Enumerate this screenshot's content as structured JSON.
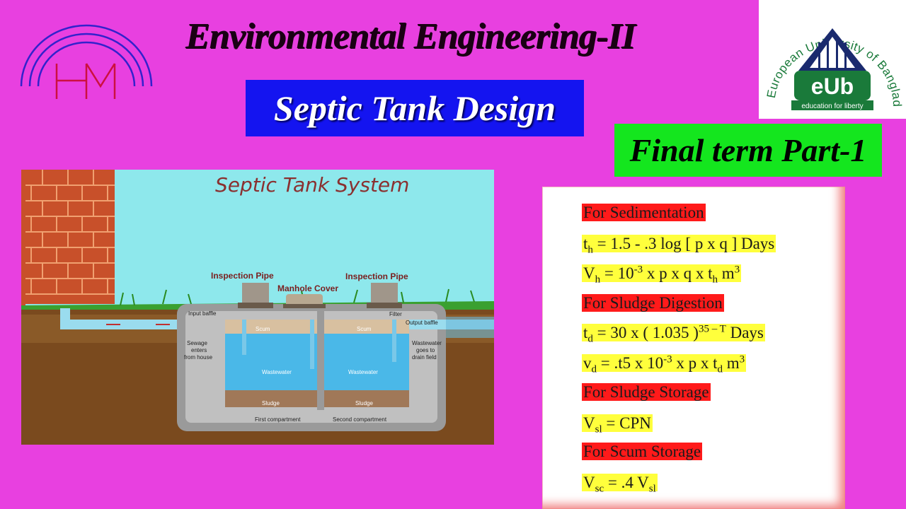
{
  "hm_logo": {
    "letters": "HM",
    "colors": {
      "arcs": "#3322cc",
      "letters": "#cc1040"
    }
  },
  "title": "Environmental Engineering-II",
  "subtitle": "Septic Tank Design",
  "final_term": "Final term Part-1",
  "university_logo": {
    "arc_text": "European University of Bangladesh",
    "short": "eUb",
    "tagline": "education for liberty",
    "colors": {
      "green": "#1a7a3a",
      "navy": "#1a2a6e"
    }
  },
  "diagram": {
    "title": "Septic Tank System",
    "labels": {
      "inspection_pipe_left": "Inspection Pipe",
      "inspection_pipe_right": "Inspection Pipe",
      "manhole_cover": "Manhole Cover",
      "input_baffle": "Input baffle",
      "filter": "Filter",
      "output_baffle": "Output baffle",
      "scum_left": "Scum",
      "scum_right": "Scum",
      "sewage_line1": "Sewage",
      "sewage_line2": "enters",
      "sewage_line3": "from house",
      "wastewater_out_line1": "Wastewater",
      "wastewater_out_line2": "goes to",
      "wastewater_out_line3": "drain field",
      "wastewater_left": "Wastewater",
      "wastewater_right": "Wastewater",
      "sludge_left": "Sludge",
      "sludge_right": "Sludge",
      "first_compartment": "First compartment",
      "second_compartment": "Second compartment"
    }
  },
  "formulas": {
    "sedimentation_head": "For Sedimentation",
    "th_lhs": "t",
    "th_sub": "h",
    "th_rhs": " = 1.5 - .3 log [ p x q ] Days",
    "vh_lhs": "V",
    "vh_sub": "h",
    "vh_mid1": " = 10",
    "vh_exp": "-3",
    "vh_mid2": " x p x q x t",
    "vh_sub2": "h",
    "vh_unit": "  m",
    "vh_unit_exp": "3",
    "digestion_head": "For Sludge Digestion",
    "td_lhs": "t",
    "td_sub": "d",
    "td_mid": " = 30 x ( 1.035 )",
    "td_exp": "35 – T",
    "td_unit": " Days",
    "vd_lhs": "v",
    "vd_sub": "d",
    "vd_mid1": " = .t5 x 10",
    "vd_exp": "-3",
    "vd_mid2": " x p x t",
    "vd_sub2": "d",
    "vd_unit": "  m",
    "vd_unit_exp": "3",
    "storage_head": "For  Sludge Storage",
    "vsl_lhs": "V",
    "vsl_sub": "sl",
    "vsl_rhs": " = CPN",
    "scum_head": "For Scum Storage",
    "vsc_lhs": "V",
    "vsc_sub": "sc",
    "vsc_mid": " = .4 V",
    "vsc_sub2": "sl"
  }
}
